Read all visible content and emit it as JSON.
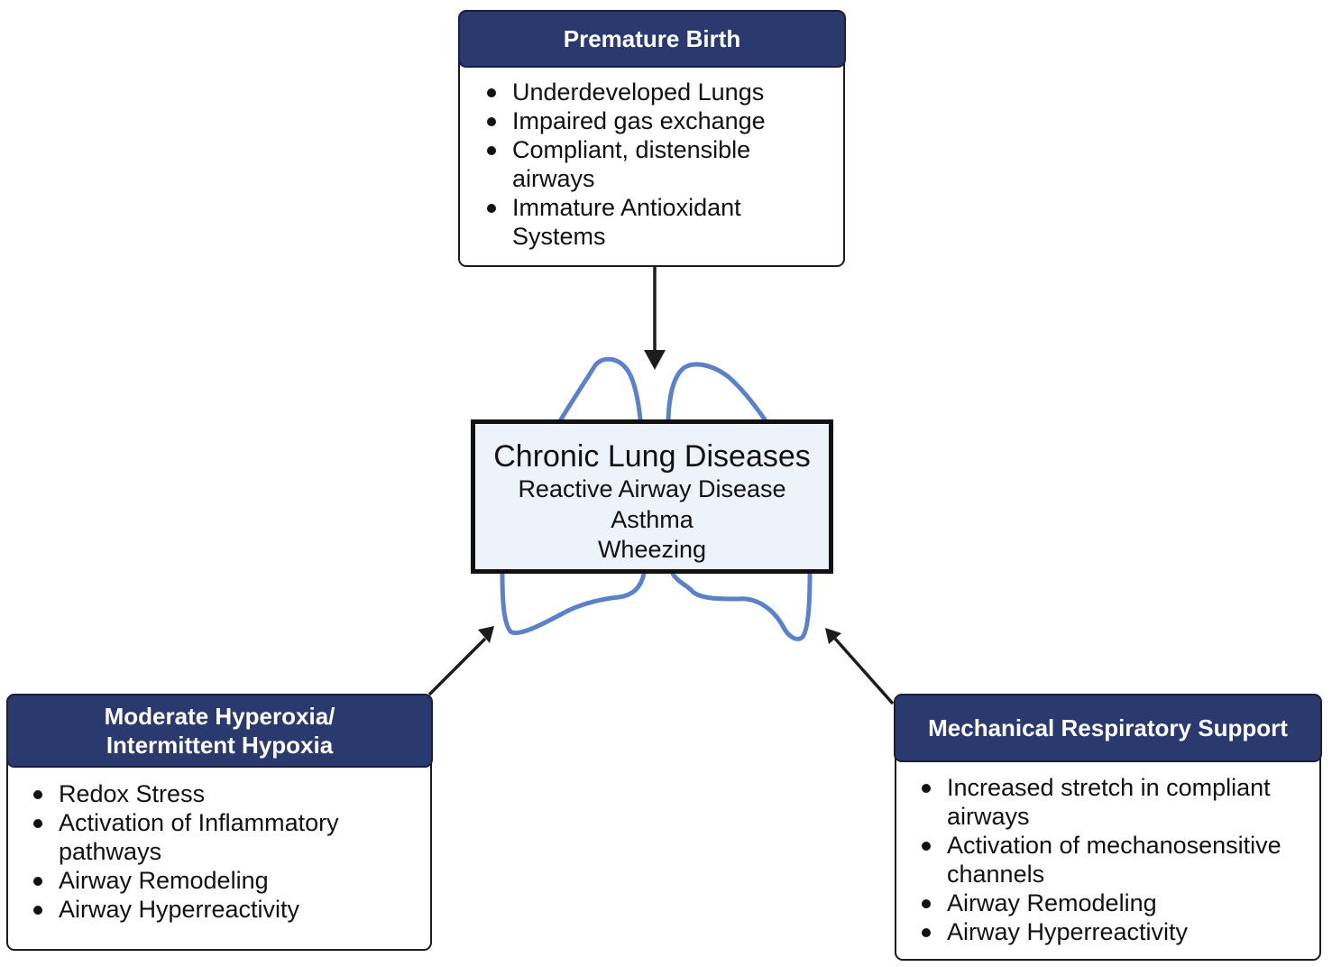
{
  "colors": {
    "header_fill": "#2a3a6e",
    "lung_outline": "#5b82c8",
    "center_fill": "#edf3fb",
    "arrow": "#1c1c1c"
  },
  "icons": {
    "lungs": "lungs-outline-icon",
    "arrows": "arrow-icon"
  },
  "top_box": {
    "title": "Premature Birth",
    "items": [
      {
        "line1": "Underdeveloped Lungs"
      },
      {
        "line1": "Impaired gas exchange"
      },
      {
        "line1": "Compliant, distensible",
        "line2": "airways"
      },
      {
        "line1": "Immature Antioxidant",
        "line2": "Systems"
      }
    ]
  },
  "center": {
    "title": "Chronic Lung Diseases",
    "lines": [
      "Reactive Airway Disease",
      "Asthma",
      "Wheezing"
    ]
  },
  "left_box": {
    "title_line1": "Moderate Hyperoxia/",
    "title_line2": "Intermittent Hypoxia",
    "items": [
      {
        "line1": "Redox Stress"
      },
      {
        "line1": "Activation of Inflammatory",
        "line2": "pathways"
      },
      {
        "line1": "Airway Remodeling"
      },
      {
        "line1": "Airway Hyperreactivity"
      }
    ]
  },
  "right_box": {
    "title": "Mechanical Respiratory Support",
    "items": [
      {
        "line1": "Increased stretch in compliant",
        "line2": "airways"
      },
      {
        "line1": "Activation of mechanosensitive",
        "line2": "channels"
      },
      {
        "line1": "Airway Remodeling"
      },
      {
        "line1": "Airway Hyperreactivity"
      }
    ]
  }
}
